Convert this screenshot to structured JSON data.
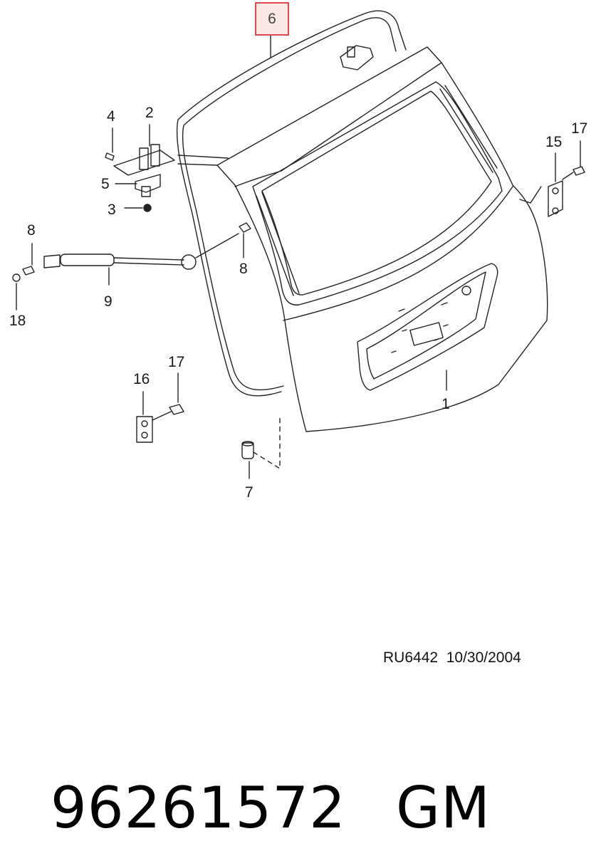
{
  "callouts": {
    "c1": "1",
    "c2": "2",
    "c3": "3",
    "c4": "4",
    "c5": "5",
    "c6": "6",
    "c7": "7",
    "c8a": "8",
    "c8b": "8",
    "c9": "9",
    "c15": "15",
    "c16": "16",
    "c17a": "17",
    "c17b": "17",
    "c18": "18"
  },
  "highlight": {
    "label": "6",
    "border_color": "#e0474c"
  },
  "reference": "RU6442  10/30/2004",
  "footer": {
    "part_number": "96261572",
    "brand": "GM"
  }
}
